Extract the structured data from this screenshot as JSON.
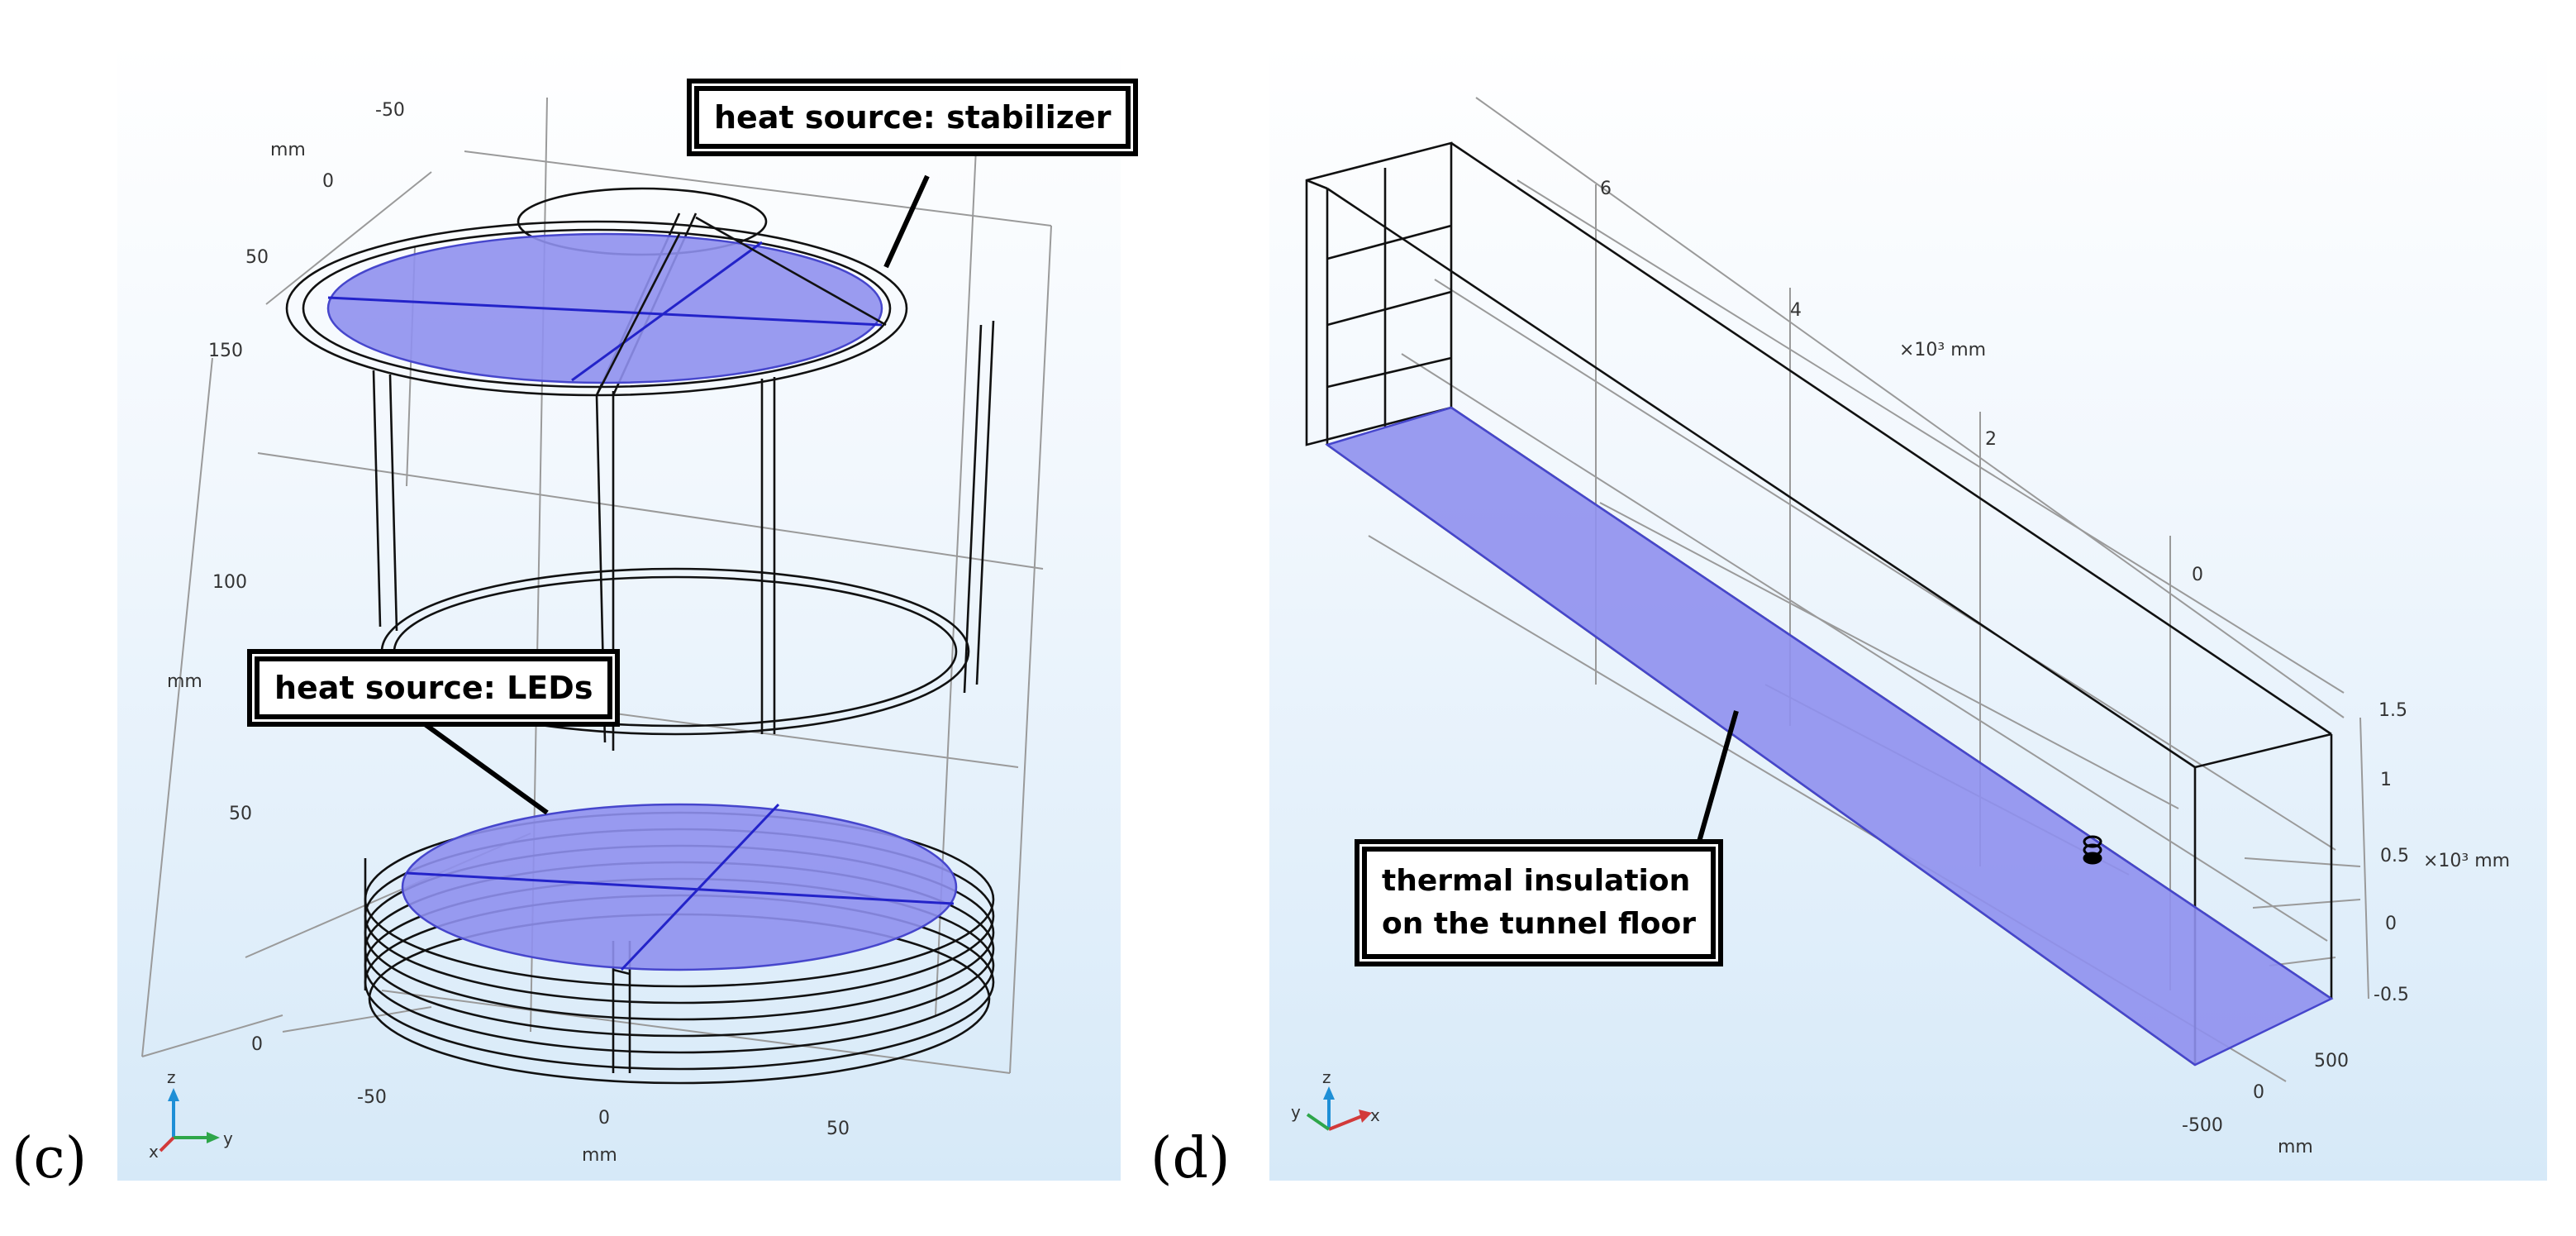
{
  "panels": {
    "c": {
      "label": "(c)",
      "callouts": {
        "top": "heat source: stabilizer",
        "bottom": "heat source: LEDs"
      },
      "ticks": {
        "y_top": [
          "-50",
          "0",
          "50"
        ],
        "y_top_unit": "mm",
        "z": [
          "150",
          "100",
          "50",
          "0"
        ],
        "z_unit": "mm",
        "x_bottom": [
          "-50",
          "0",
          "50"
        ],
        "x_bottom_unit": "mm"
      },
      "axes": {
        "z": "z",
        "y": "y",
        "x": "x"
      }
    },
    "d": {
      "label": "(d)",
      "callouts": {
        "floor_line1": "thermal insulation",
        "floor_line2": "on the tunnel floor"
      },
      "ticks": {
        "long": [
          "6",
          "4",
          "2",
          "0"
        ],
        "long_unit": "×10³ mm",
        "vert": [
          "1.5",
          "1",
          "0.5",
          "0",
          "-0.5"
        ],
        "vert_unit": "×10³ mm",
        "width": [
          "500",
          "0",
          "-500"
        ],
        "width_unit": "mm"
      },
      "axes": {
        "y": "y",
        "z": "z",
        "x": "x"
      }
    }
  },
  "colors": {
    "highlight_face": "#8f90ee",
    "highlight_edge": "#2323c9",
    "wireframe": "#111111",
    "background_top": "#ffffff",
    "background_bottom": "#d6e9f8"
  }
}
